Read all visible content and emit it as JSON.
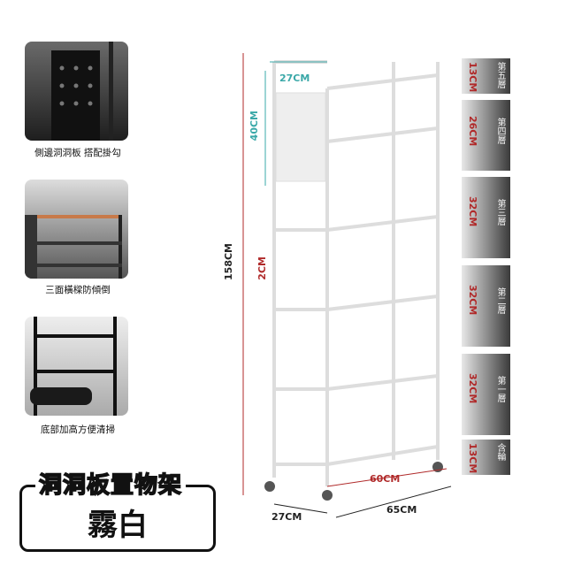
{
  "features": [
    {
      "caption": "側邊洞洞板 搭配掛勾"
    },
    {
      "caption": "三面橫樑防傾倒"
    },
    {
      "caption": "底部加高方便清掃"
    }
  ],
  "product": {
    "name": "洞洞板置物架",
    "color": "霧白"
  },
  "dimensions": {
    "total_height": "158CM",
    "pegboard_width": "27CM",
    "pegboard_height": "40CM",
    "rail": "2CM",
    "shelf_width": "60CM",
    "depth": "27CM",
    "width": "65CM"
  },
  "layers": [
    {
      "name": "第五層",
      "height": "13CM"
    },
    {
      "name": "第四層",
      "height": "26CM"
    },
    {
      "name": "第三層",
      "height": "32CM"
    },
    {
      "name": "第二層",
      "height": "32CM"
    },
    {
      "name": "第一層",
      "height": "32CM"
    },
    {
      "name": "含輪",
      "height": "13CM"
    }
  ],
  "colors": {
    "accent_red": "#b02a2a",
    "accent_teal": "#3aa8a8"
  }
}
